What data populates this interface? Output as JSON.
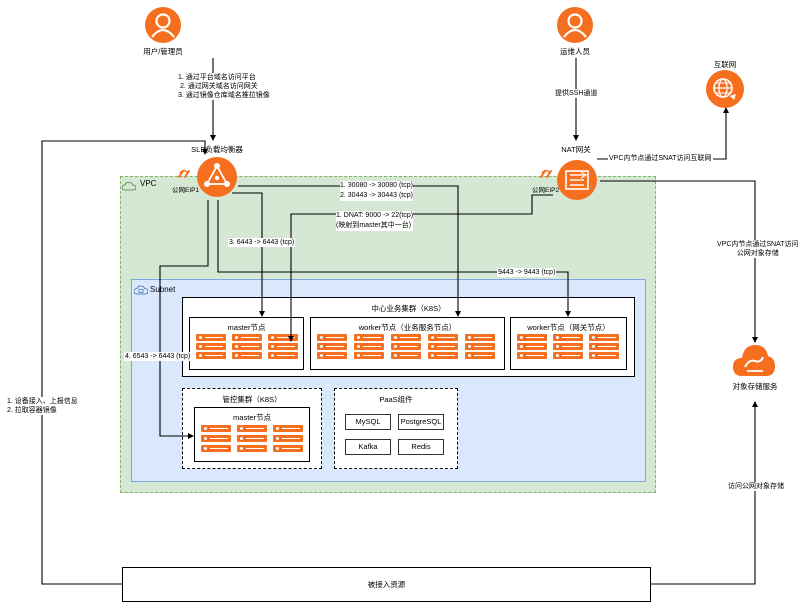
{
  "colors": {
    "orange": "#f56f1f",
    "vpc_fill": "#d5e8d4",
    "subnet_fill": "#dae8fc",
    "subnet_border": "#7ea6e0"
  },
  "actors": {
    "user": "用户/管理员",
    "ops": "运维人员",
    "internet": "互联网",
    "oss": "对象存储服务"
  },
  "gateways": {
    "slb": "SLB负载均衡器",
    "nat": "NAT网关",
    "eip1": "公网EIP1",
    "eip2": "公网EIP2"
  },
  "regions": {
    "vpc": "VPC",
    "subnet": "Subnet"
  },
  "clusters": {
    "central": {
      "title": "中心业务集群（K8S）",
      "master": "master节点",
      "worker_biz": "worker节点（业务服务节点）",
      "worker_gw": "worker节点（网关节点）"
    },
    "control": {
      "title": "管控集群（K8S）",
      "master": "master节点"
    },
    "paas": {
      "title": "PaaS组件",
      "items": [
        "MySQL",
        "PostgreSQL",
        "Kafka",
        "Redis"
      ]
    }
  },
  "resource": "被接入资源",
  "edge_labels": {
    "user_access": [
      "1. 通过平台域名访问平台",
      "2. 通过网关域名访问网关",
      "3. 通过镜像仓库域名推拉镜像"
    ],
    "ssh": "提供SSH通道",
    "snat_internet": "VPC内节点通过SNAT访问互联网",
    "snat_oss": [
      "VPC内节点通过SNAT访问",
      "公网对象存储"
    ],
    "ports_worker": [
      "1. 30080 -> 30080 (tcp)",
      "2. 30443 -> 30443 (tcp)"
    ],
    "dnat": [
      "1. DNAT: 9000 -> 22(tcp)",
      "(映射到master其中一台)"
    ],
    "api_6443": "3. 6443 -> 6443  (tcp)",
    "gw_9443": "9443 -> 9443 (tcp)",
    "ctl_6543": "4. 6543 -> 6443 (tcp)",
    "device": [
      "1. 设备接入、上报信息",
      "2. 拉取容器镜像"
    ],
    "oss_access": "访问公网对象存储"
  }
}
